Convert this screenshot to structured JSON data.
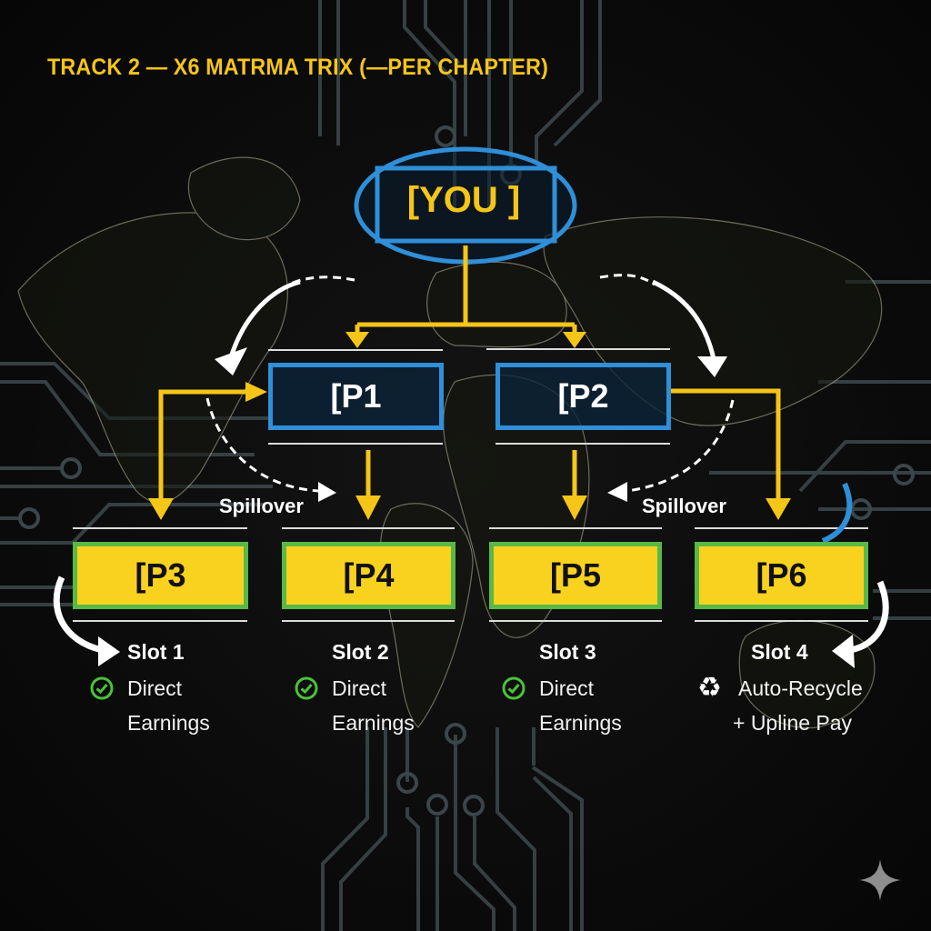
{
  "title": "TRACK 2 — X6 MATRMA TRIX (—PER CHAPTER)",
  "root": {
    "label": "[YOU ]"
  },
  "level1": [
    {
      "label": "[P1"
    },
    {
      "label": "[P2"
    }
  ],
  "level2": [
    {
      "label": "[P3"
    },
    {
      "label": "[P4"
    },
    {
      "label": "[P5"
    },
    {
      "label": "[P6"
    }
  ],
  "spillover_labels": [
    "Spillover",
    "Spillover"
  ],
  "slots": [
    {
      "title": "Slot 1",
      "icon": "check-circle-icon",
      "line1": "Direct",
      "line2": "Earnings"
    },
    {
      "title": "Slot 2",
      "icon": "check-circle-icon",
      "line1": "Direct",
      "line2": "Earnings"
    },
    {
      "title": "Slot 3",
      "icon": "check-circle-icon",
      "line1": "Direct",
      "line2": "Earnings"
    },
    {
      "title": "Slot 4",
      "icon": "recycle-icon",
      "line1": "Auto-Recycle",
      "line2": "+ Upline Pay"
    }
  ],
  "icons": {
    "recycle": "♻"
  },
  "colors": {
    "background": "#0b0b0b",
    "title_yellow": "#f5c518",
    "connector_yellow": "#f5c518",
    "blue_outline": "#2f8fd8",
    "box_yellow": "#f9d21f",
    "box_green_border": "#58b947",
    "check_green": "#4cc13c",
    "circuit": "#3d4a4d"
  }
}
